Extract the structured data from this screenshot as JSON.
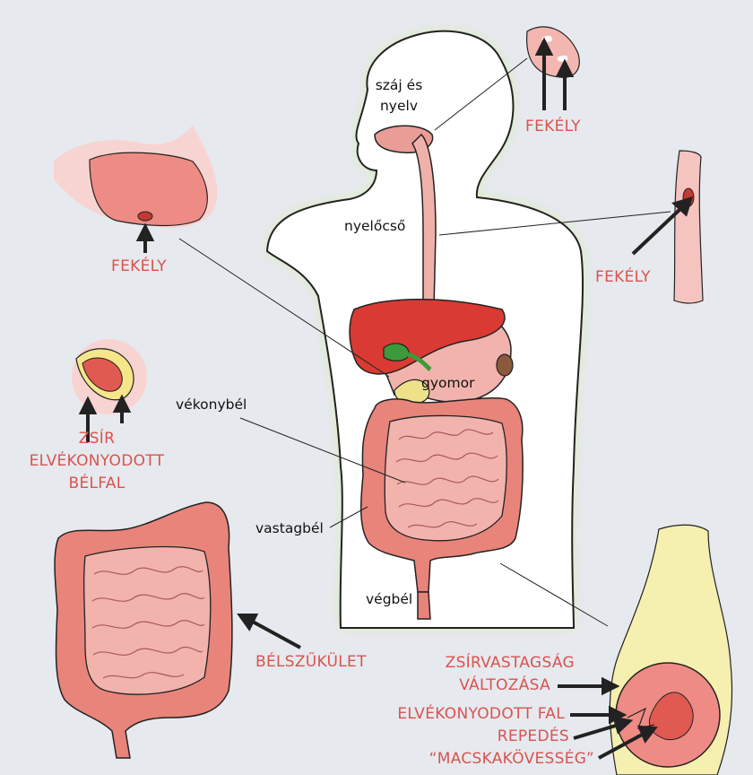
{
  "labels": {
    "mouth": "száj és",
    "mouth2": "nyelv",
    "esophagus": "nyelőcső",
    "stomach": "gyomor",
    "small_intestine": "vékonybél",
    "large_intestine": "vastagbél",
    "rectum": "végbél"
  },
  "callouts": {
    "ulcer_mouth": "FEKÉLY",
    "ulcer_stomach": "FEKÉLY",
    "ulcer_esophagus": "FEKÉLY",
    "fat": "ZSÍR",
    "thin_wall_1": "ELVÉKONYODOTT",
    "thin_wall_2": "BÉLFAL",
    "stricture": "BÉLSZŰKÜLET",
    "fat_change_1": "ZSÍRVASTAGSÁG",
    "fat_change_2": "VÁLTOZÁSA",
    "thinned_wall": "ELVÉKONYODOTT FAL",
    "fissure": "REPEDÉS",
    "cobblestone": "“MACSKAKÖVESSÉG”"
  },
  "colors": {
    "background": "#e6e9ee",
    "body_glow": "#d9ecb0",
    "callout_text": "#d9534f",
    "intestine": "#e8847a",
    "liver": "#d93a33",
    "fat": "#f5f0b0"
  }
}
